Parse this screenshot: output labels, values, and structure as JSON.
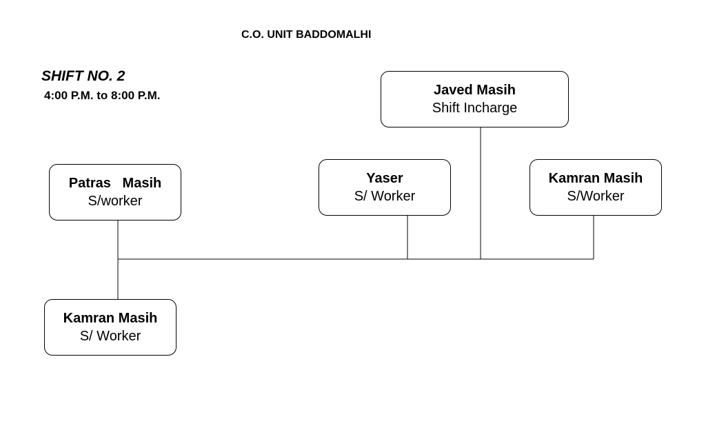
{
  "header": {
    "title": "C.O. UNIT BADDOMALHI",
    "shift_no": "SHIFT NO. 2",
    "shift_time": "4:00 P.M. to 8:00 P.M."
  },
  "nodes": {
    "javed": {
      "name": "Javed Masih",
      "role": "Shift Incharge"
    },
    "patras": {
      "name": "Patras   Masih",
      "role": "S/worker"
    },
    "yaser": {
      "name": "Yaser",
      "role": "S/ Worker"
    },
    "kamran1": {
      "name": "Kamran Masih",
      "role": "S/Worker"
    },
    "kamran2": {
      "name": "Kamran Masih",
      "role": "S/ Worker"
    }
  }
}
